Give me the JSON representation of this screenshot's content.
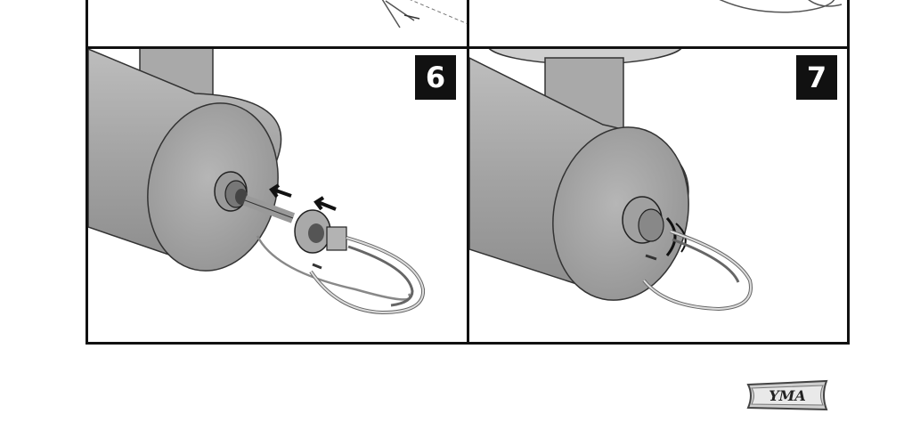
{
  "steps": [
    {
      "number": "6"
    },
    {
      "number": "7"
    }
  ],
  "logo": {
    "text": "YMA"
  }
}
